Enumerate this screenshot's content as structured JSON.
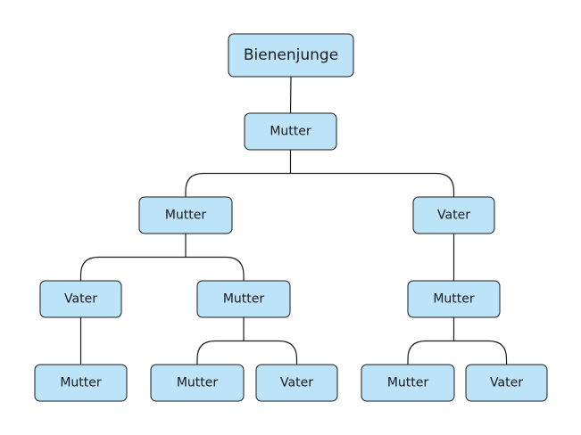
{
  "diagram": {
    "type": "family-tree",
    "nodes": [
      {
        "id": "bienenjunge",
        "label": "Bienenjunge",
        "parent": null
      },
      {
        "id": "mutter-1",
        "label": "Mutter",
        "parent": "bienenjunge"
      },
      {
        "id": "mutter-2",
        "label": "Mutter",
        "parent": "mutter-1"
      },
      {
        "id": "vater-2",
        "label": "Vater",
        "parent": "mutter-1"
      },
      {
        "id": "vater-3a",
        "label": "Vater",
        "parent": "mutter-2"
      },
      {
        "id": "mutter-3b",
        "label": "Mutter",
        "parent": "mutter-2"
      },
      {
        "id": "mutter-3c",
        "label": "Mutter",
        "parent": "vater-2"
      },
      {
        "id": "mutter-4a",
        "label": "Mutter",
        "parent": "vater-3a"
      },
      {
        "id": "mutter-4b",
        "label": "Mutter",
        "parent": "mutter-3b"
      },
      {
        "id": "vater-4c",
        "label": "Vater",
        "parent": "mutter-3b"
      },
      {
        "id": "mutter-4d",
        "label": "Mutter",
        "parent": "mutter-3c"
      },
      {
        "id": "vater-4e",
        "label": "Vater",
        "parent": "mutter-3c"
      }
    ]
  },
  "colors": {
    "node_fill": "#bde3f8",
    "node_border": "#1a1a1a",
    "line": "#1a1a1a",
    "background": "#ffffff"
  }
}
